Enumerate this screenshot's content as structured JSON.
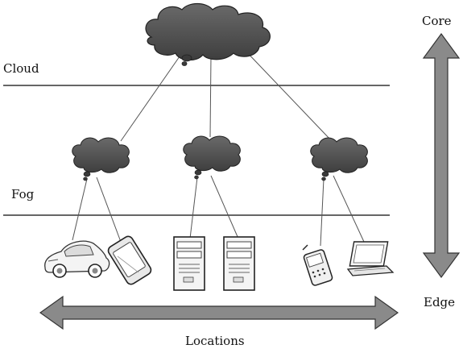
{
  "labels": {
    "cloud": "Cloud",
    "fog": "Fog",
    "core": "Core",
    "edge": "Edge",
    "locations": "Locations"
  },
  "layers": [
    {
      "name": "cloud",
      "boundary": "line"
    },
    {
      "name": "fog",
      "boundary": "line"
    }
  ],
  "nodes": {
    "cloud_center": {
      "icon": "cloud-icon",
      "color": "#4d4d4d"
    },
    "fog_nodes": [
      {
        "icon": "fog-cloud-icon",
        "color": "#4d4d4d",
        "devices": [
          "car-icon",
          "smartphone-icon"
        ]
      },
      {
        "icon": "fog-cloud-icon",
        "color": "#4d4d4d",
        "devices": [
          "server-icon",
          "server-icon"
        ]
      },
      {
        "icon": "fog-cloud-icon",
        "color": "#4d4d4d",
        "devices": [
          "mobile-phone-icon",
          "laptop-icon"
        ]
      }
    ]
  },
  "arrows": {
    "vertical": {
      "from": "Core",
      "to": "Edge",
      "color": "#8a8a8a"
    },
    "horizontal": {
      "label": "Locations",
      "color": "#8a8a8a"
    }
  }
}
